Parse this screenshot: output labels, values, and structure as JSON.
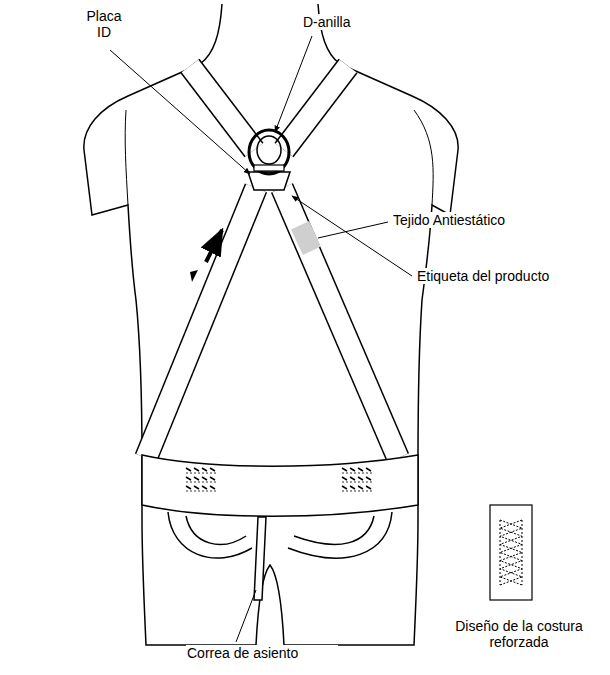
{
  "diagram": {
    "labels": [
      "Placa ID",
      "D-anilla",
      "Tejido Antiestático",
      "Etiqueta del producto",
      "Correa de asiento",
      "Diseño de la costura reforzada"
    ]
  }
}
